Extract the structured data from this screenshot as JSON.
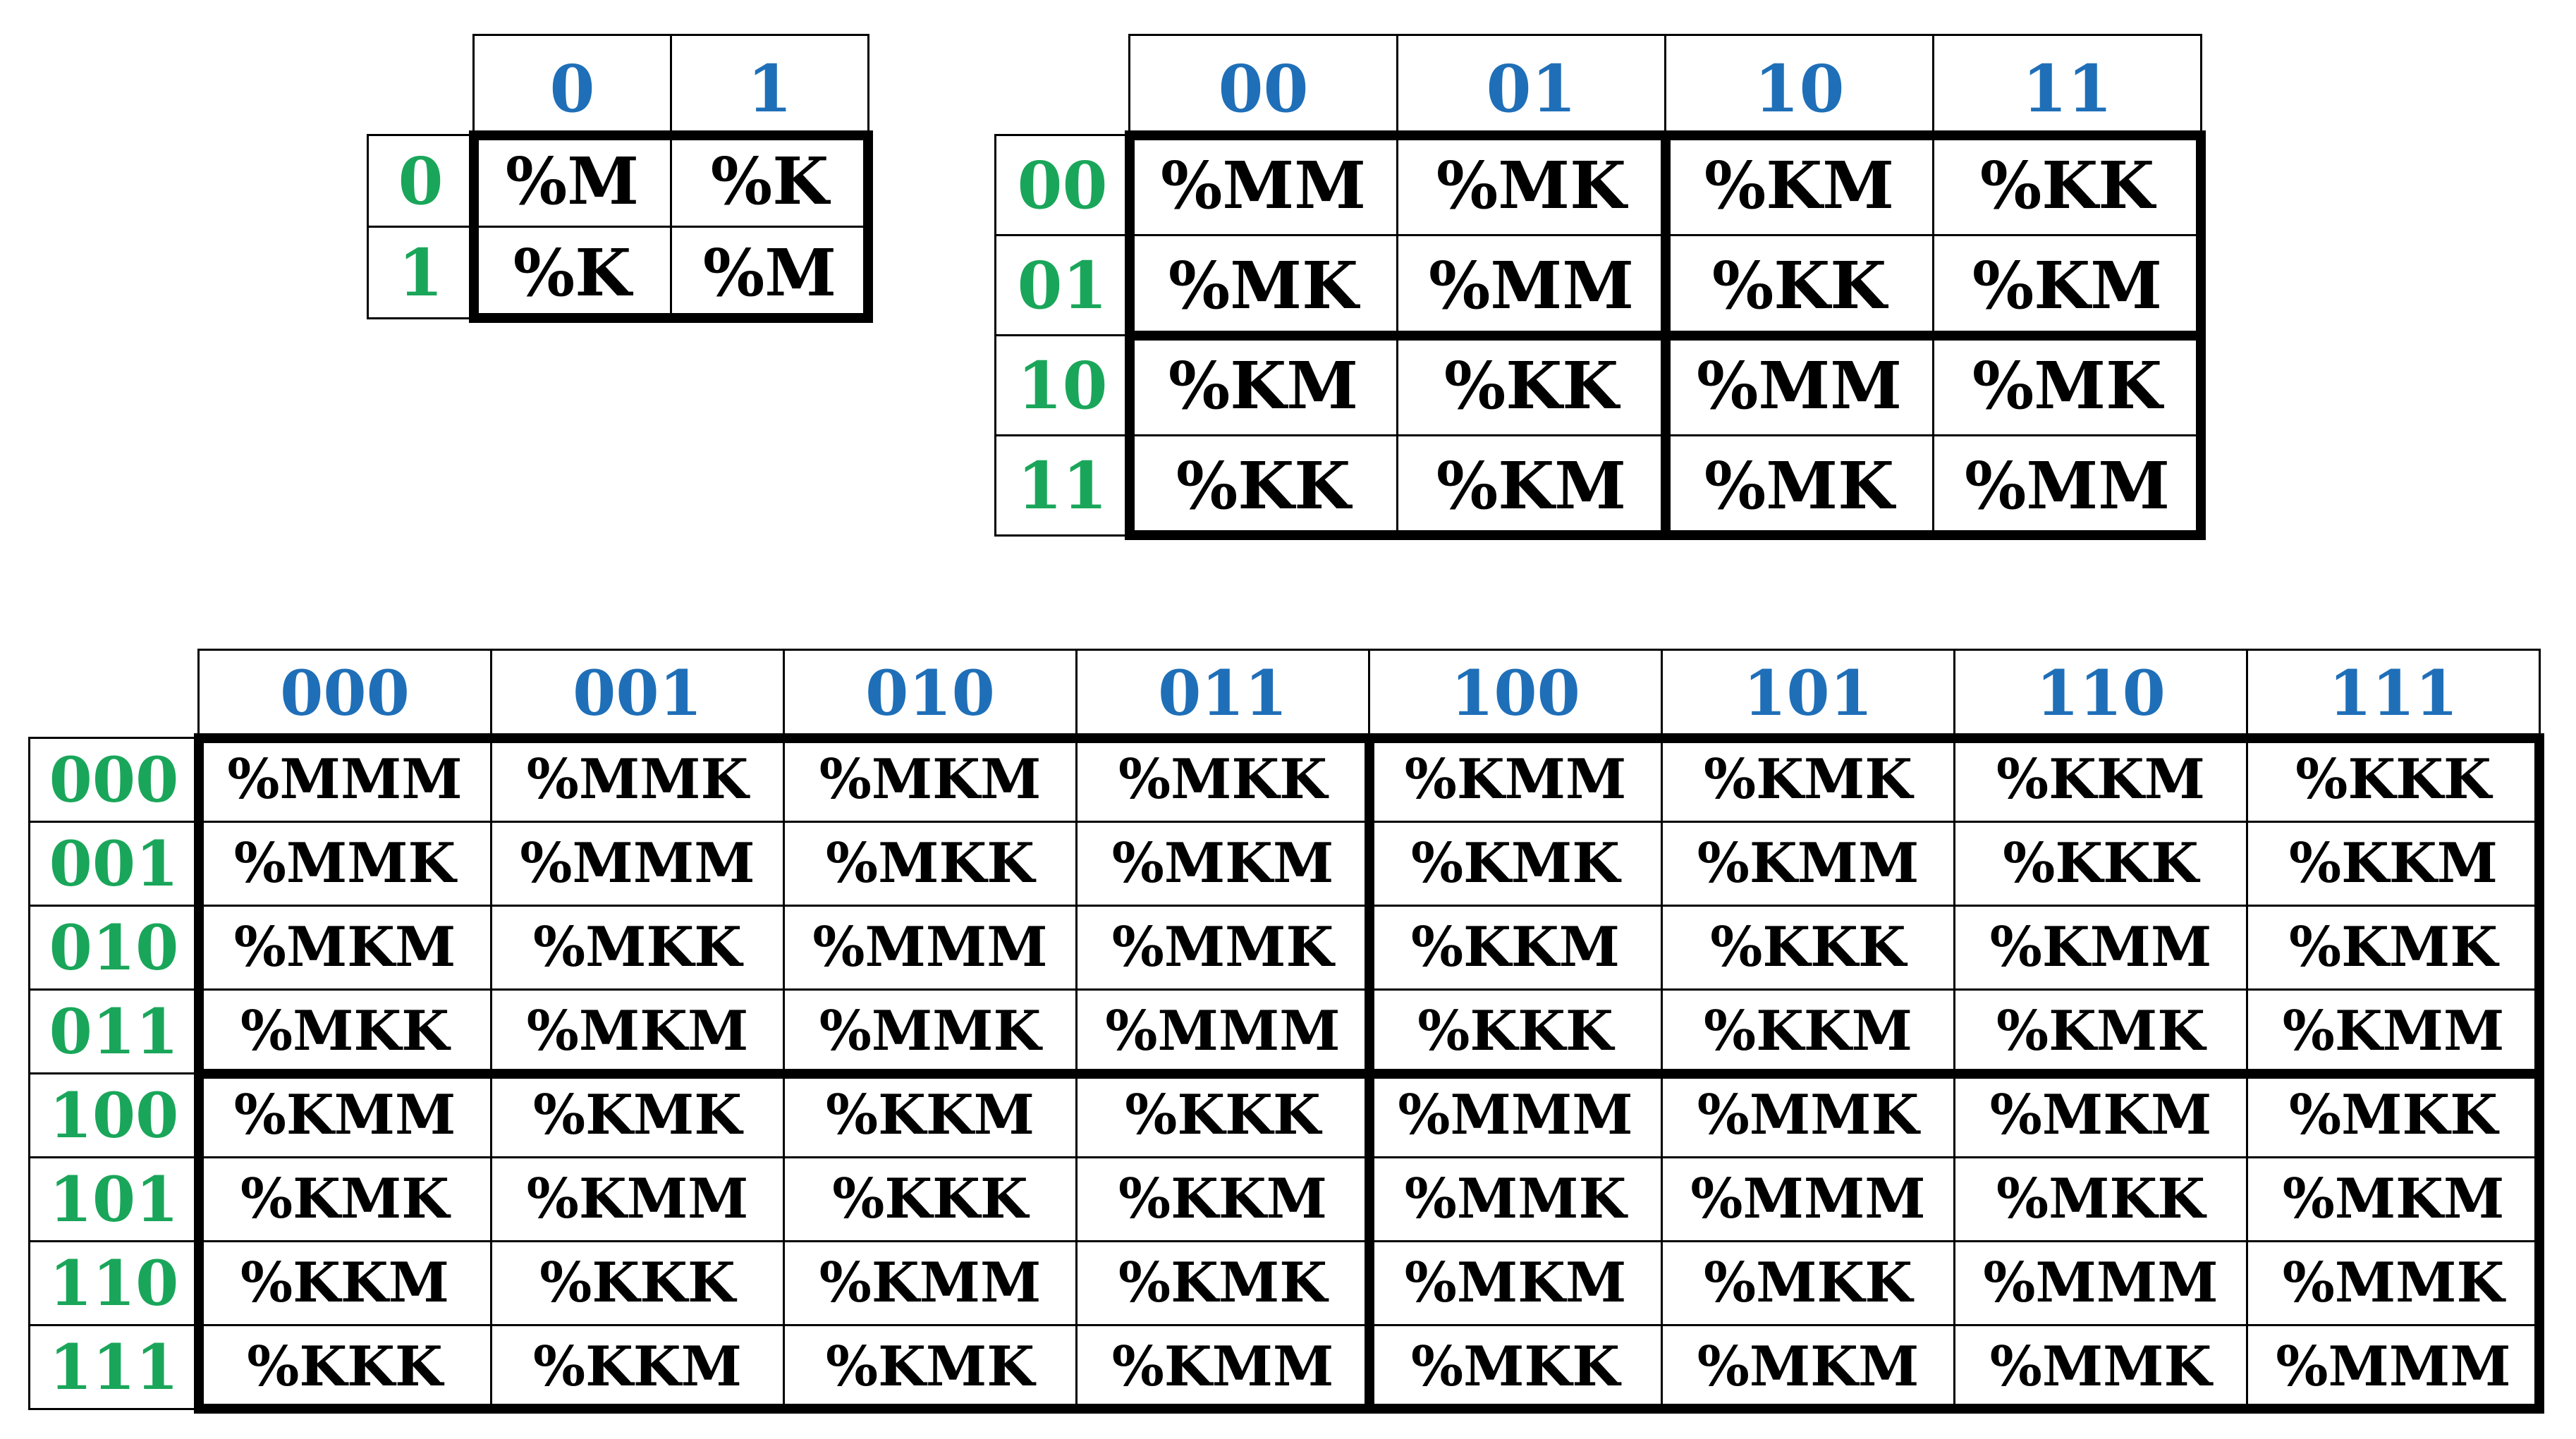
{
  "colors": {
    "column_header": "#1f6fb8",
    "row_header": "#1aa65a",
    "cell_text": "#000000"
  },
  "table_1bit": {
    "columns": [
      "0",
      "1"
    ],
    "rows": [
      "0",
      "1"
    ],
    "cells": [
      [
        "%M",
        "%K"
      ],
      [
        "%K",
        "%M"
      ]
    ]
  },
  "table_2bit": {
    "columns": [
      "00",
      "01",
      "10",
      "11"
    ],
    "rows": [
      "00",
      "01",
      "10",
      "11"
    ],
    "cells": [
      [
        "%MM",
        "%MK",
        "%KM",
        "%KK"
      ],
      [
        "%MK",
        "%MM",
        "%KK",
        "%KM"
      ],
      [
        "%KM",
        "%KK",
        "%MM",
        "%MK"
      ],
      [
        "%KK",
        "%KM",
        "%MK",
        "%MM"
      ]
    ]
  },
  "table_3bit": {
    "columns": [
      "000",
      "001",
      "010",
      "011",
      "100",
      "101",
      "110",
      "111"
    ],
    "rows": [
      "000",
      "001",
      "010",
      "011",
      "100",
      "101",
      "110",
      "111"
    ],
    "cells": [
      [
        "%MMM",
        "%MMK",
        "%MKM",
        "%MKK",
        "%KMM",
        "%KMK",
        "%KKM",
        "%KKK"
      ],
      [
        "%MMK",
        "%MMM",
        "%MKK",
        "%MKM",
        "%KMK",
        "%KMM",
        "%KKK",
        "%KKM"
      ],
      [
        "%MKM",
        "%MKK",
        "%MMM",
        "%MMK",
        "%KKM",
        "%KKK",
        "%KMM",
        "%KMK"
      ],
      [
        "%MKK",
        "%MKM",
        "%MMK",
        "%MMM",
        "%KKK",
        "%KKM",
        "%KMK",
        "%KMM"
      ],
      [
        "%KMM",
        "%KMK",
        "%KKM",
        "%KKK",
        "%MMM",
        "%MMK",
        "%MKM",
        "%MKK"
      ],
      [
        "%KMK",
        "%KMM",
        "%KKK",
        "%KKM",
        "%MMK",
        "%MMM",
        "%MKK",
        "%MKM"
      ],
      [
        "%KKM",
        "%KKK",
        "%KMM",
        "%KMK",
        "%MKM",
        "%MKK",
        "%MMM",
        "%MMK"
      ],
      [
        "%KKK",
        "%KKM",
        "%KMK",
        "%KMM",
        "%MKK",
        "%MKM",
        "%MMK",
        "%MMM"
      ]
    ]
  }
}
